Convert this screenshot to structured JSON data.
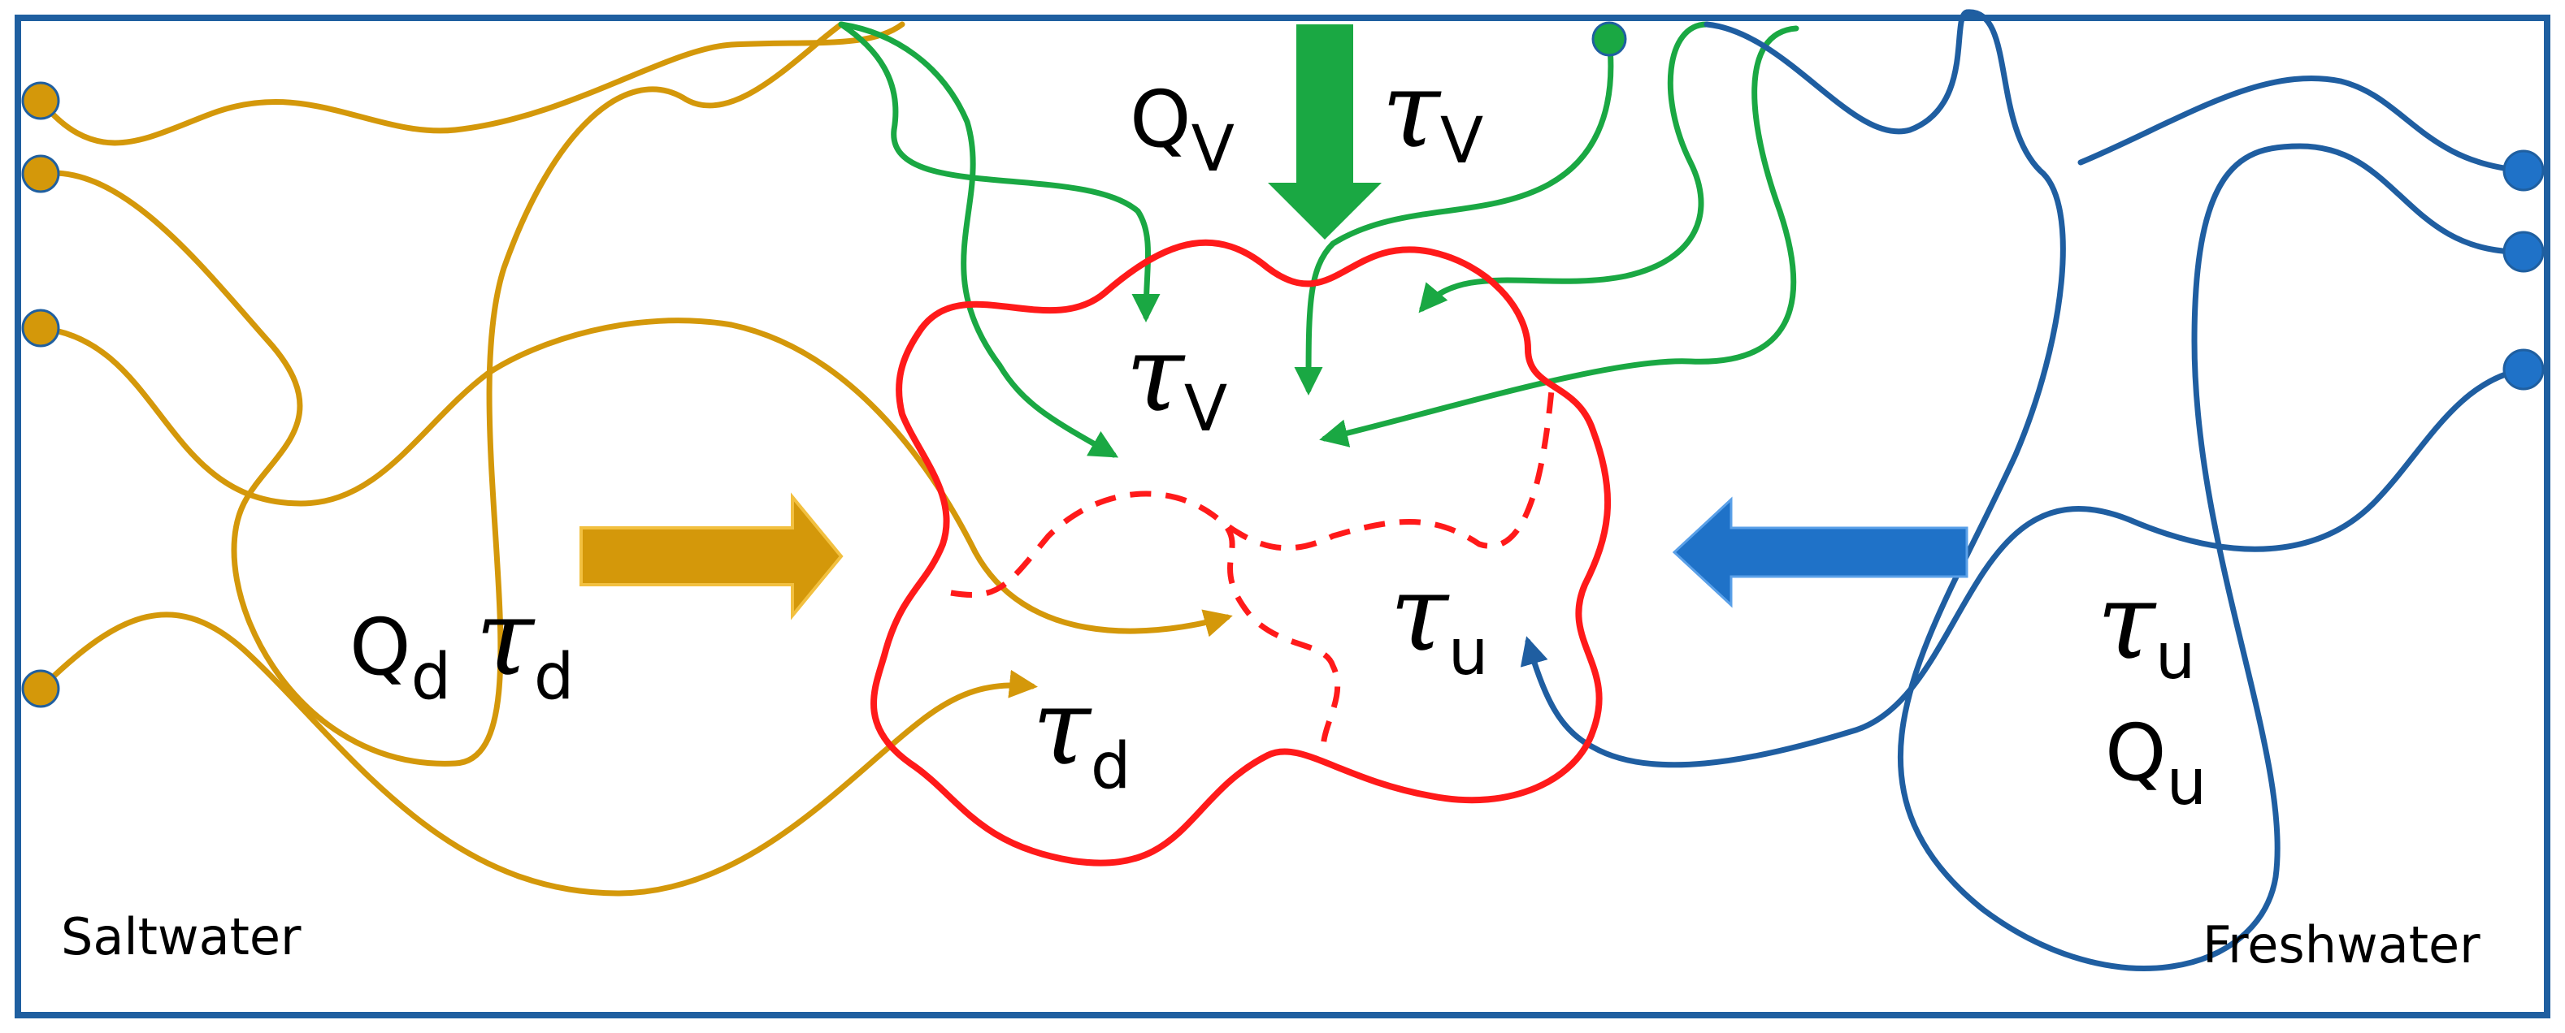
{
  "colors": {
    "frame": "#1f5fa0",
    "saltwater": "#d4980a",
    "freshwater": "#1f5ea1",
    "view_stream": "#1aa843",
    "volume_boundary": "#ff1a1a",
    "arrow_salt": "#d4980a",
    "arrow_fresh": "#1f72c8",
    "arrow_view": "#1aa843"
  },
  "labels": {
    "saltwater": "Saltwater",
    "freshwater": "Freshwater",
    "tau_symbol": "τ",
    "q_symbol": "Q",
    "sub_v": "V",
    "sub_d": "d",
    "sub_u": "u"
  },
  "groups": [
    {
      "id": "top_flux",
      "flow": "Q",
      "flow_sub": "V",
      "residence": "τ",
      "residence_sub": "V"
    },
    {
      "id": "left_flux",
      "flow": "Q",
      "flow_sub": "d",
      "residence": "τ",
      "residence_sub": "d"
    },
    {
      "id": "right_flux",
      "flow": "Q",
      "flow_sub": "u",
      "residence": "τ",
      "residence_sub": "u"
    }
  ],
  "region_labels": [
    {
      "id": "region_v",
      "symbol": "τ",
      "sub": "V"
    },
    {
      "id": "region_d",
      "symbol": "τ",
      "sub": "d"
    },
    {
      "id": "region_u",
      "symbol": "τ",
      "sub": "u"
    }
  ],
  "icons": {
    "arrow_salt": "arrow-right-icon",
    "arrow_fresh": "arrow-left-icon",
    "arrow_view": "arrow-down-icon"
  }
}
